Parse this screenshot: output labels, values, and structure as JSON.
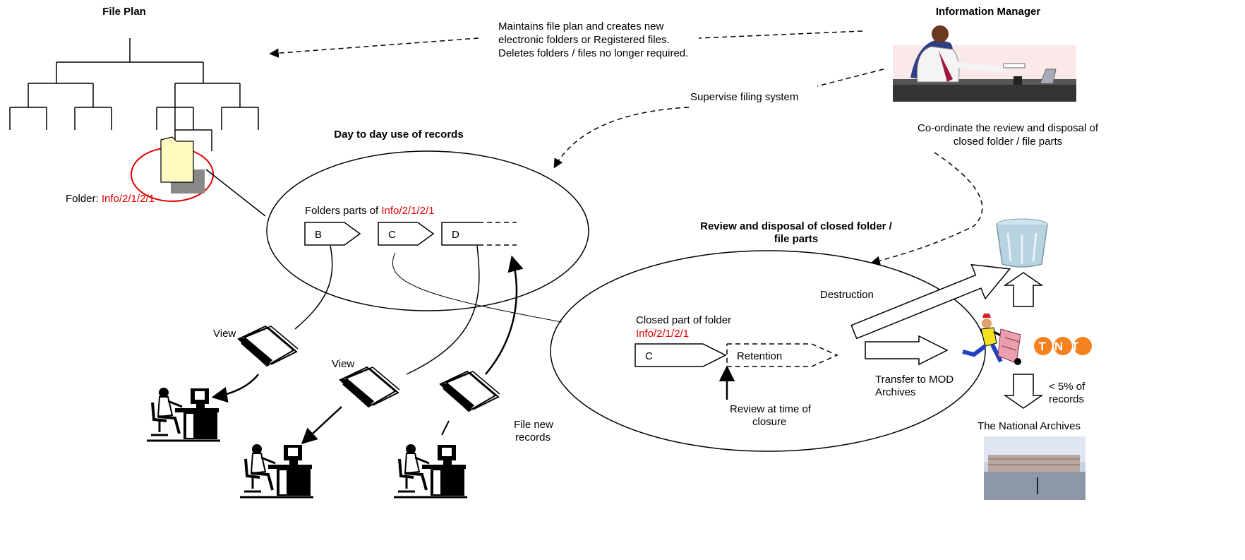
{
  "file_plan": {
    "title": "File Plan",
    "folder_label_prefix": "Folder: ",
    "folder_ref": "Info/2/1/2/1"
  },
  "information_manager": {
    "title": "Information Manager",
    "maintain_line1": "Maintains file plan and creates new",
    "maintain_line2": "electronic folders or Registered files.",
    "maintain_line3": "Deletes folders / files no longer required.",
    "supervise": "Supervise filing system",
    "coordinate_line1": "Co-ordinate the review and disposal of",
    "coordinate_line2": "closed folder / file parts"
  },
  "day_to_day": {
    "title": "Day to day use of records",
    "folder_parts_prefix": "Folders parts of ",
    "folder_ref": "Info/2/1/2/1",
    "parts": [
      "B",
      "C",
      "D"
    ],
    "view_label_1": "View",
    "view_label_2": "View",
    "file_new_line1": "File new",
    "file_new_line2": "records"
  },
  "review": {
    "title_line1": "Review and disposal of closed folder /",
    "title_line2": "file parts",
    "closed_line1": "Closed part of folder",
    "closed_ref": "Info/2/1/2/1",
    "closed_part": "C",
    "retention": "Retention",
    "review_line1": "Review at time of",
    "review_line2": "closure",
    "destruction": "Destruction",
    "transfer_line1": "Transfer to MOD",
    "transfer_line2": "Archives"
  },
  "archives": {
    "tnt_logo": "TNT",
    "percent_line1": "< 5% of",
    "percent_line2": "records",
    "national_archives": "The National Archives"
  },
  "colors": {
    "highlight": "#e00000",
    "folder_fill": "#fffac0",
    "tnt_orange": "#f58220"
  },
  "icons": [
    "folder-icon",
    "office-worker-icon",
    "document-icon",
    "computer-user-icon",
    "recycle-bin-icon",
    "delivery-man-icon",
    "national-archives-photo"
  ]
}
